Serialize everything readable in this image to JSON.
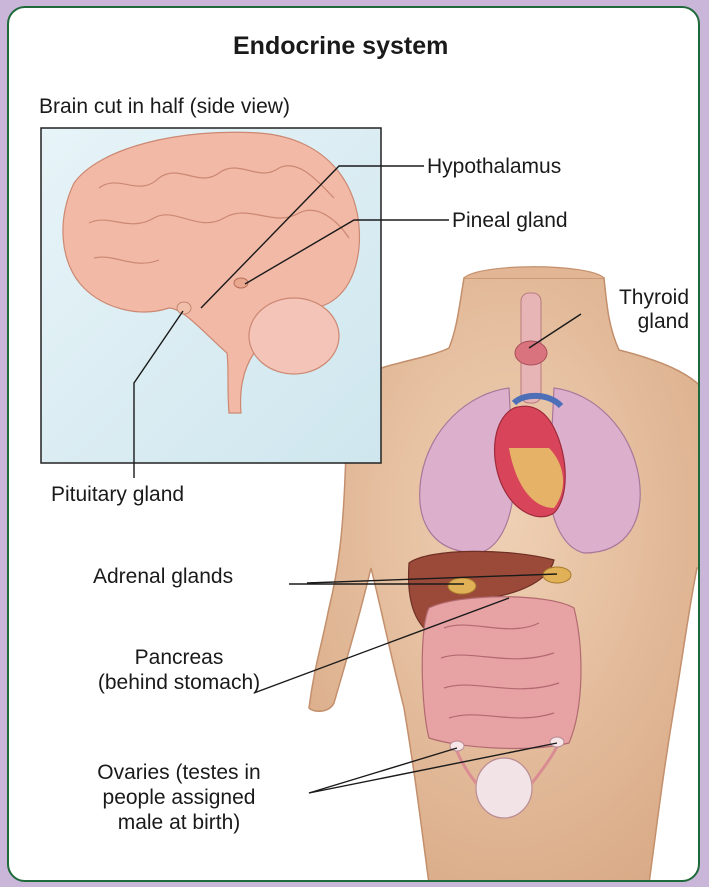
{
  "title": "Endocrine system",
  "inset_caption": "Brain cut in half (side view)",
  "labels": {
    "hypothalamus": "Hypothalamus",
    "pineal": "Pineal gland",
    "thyroid_line1": "Thyroid",
    "thyroid_line2": "gland",
    "pituitary": "Pituitary gland",
    "adrenal": "Adrenal glands",
    "pancreas_line1": "Pancreas",
    "pancreas_line2": "(behind stomach)",
    "ovaries_line1": "Ovaries (testes in",
    "ovaries_line2": "people assigned",
    "ovaries_line3": "male at birth)"
  },
  "colors": {
    "border": "#1f6a3a",
    "page_background": "#c9b6d9",
    "skin": "#e8c4a4",
    "brain": "#f2b9a6",
    "lungs": "#d9a7c4",
    "heart": "#d8455a",
    "liver": "#9b4a3a",
    "intestines": "#e7a2a4",
    "inset_background": "#dbeef4"
  }
}
